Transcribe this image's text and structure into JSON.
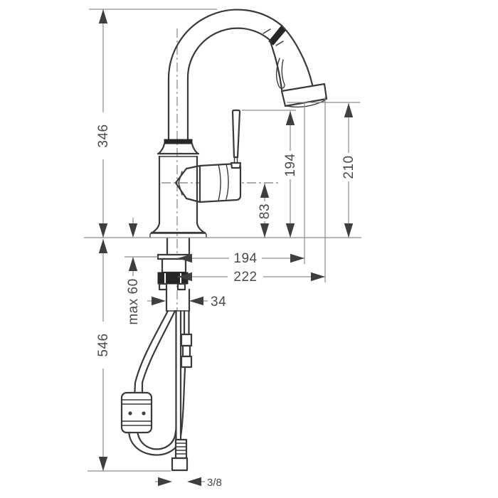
{
  "diagram": {
    "type": "technical-dimension-drawing",
    "subject": "single-lever kitchen faucet with pull-out spray, gooseneck spout, dimension drawing",
    "background_color": "#ffffff",
    "outline_color": "#3a3a3a",
    "dimension_line_color": "#8c8c8c",
    "label_color": "#4a4a4a",
    "dimensions": {
      "height_total_above_counter": "346",
      "hose_length_below_counter": "546",
      "height_handle_top": "194",
      "height_spout_outlet": "210",
      "height_valve_axis": "83",
      "reach_spout_outlet": "194",
      "reach_spray_head_edge": "222",
      "counter_thickness_max": "max 60",
      "shank_width": "34",
      "connection_size": "3/8"
    }
  }
}
